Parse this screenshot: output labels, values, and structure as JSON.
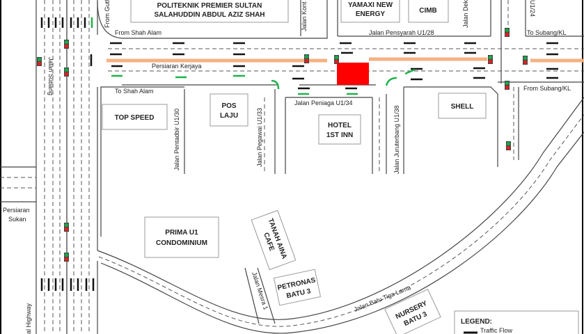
{
  "map": {
    "roads": {
      "persiaran_kerjaya": "Persiaran Kerjaya",
      "jalan_pensyarah": "Jalan Pensyarah U1/28",
      "jalan_subang": "Jalan Subang",
      "jalan_kontraktor": "Jalan Kont",
      "jalan_dek": "Jalan Dek",
      "u1_24": "U1/24",
      "jalan_pentadbir": "Jalan Pentadbir U1/30",
      "jalan_pegawai": "Jalan Pegawai U1/33",
      "jalan_peniaga": "Jalan Peniaga U1/34",
      "jalan_juruterbang": "Jalan Juruterbang U1/38",
      "persiaran_sukan_1": "Persiaran",
      "persiaran_sukan_2": "Sukan",
      "jalan_mesra": "Jalan Mesra 1",
      "jalan_batu_tiga_lama": "Jalan Batu Tiga Lama",
      "federal_highway": "al Highway"
    },
    "directions": {
      "from_guthrie": "From Guth",
      "from_shah_alam": "From Shah Alam",
      "to_shah_alam": "To Shah  Alam",
      "to_subang_kl": "To Subang/KL",
      "from_subang_kl": "From Subang/KL"
    },
    "buildings": {
      "politeknik_1": "POLITEKNIK PREMIER SULTAN",
      "politeknik_2": "SALAHUDDIN ABDUL AZIZ SHAH",
      "yamaxi_1": "YAMAXI NEW",
      "yamaxi_2": "ENERGY",
      "cimb": "CIMB",
      "top_speed": "TOP SPEED",
      "pos_laju_1": "POS",
      "pos_laju_2": "LAJU",
      "hotel_1": "HOTEL",
      "hotel_2": "1ST INN",
      "shell": "SHELL",
      "prima_1": "PRIMA U1",
      "prima_2": "CONDOMINIUM",
      "tanah_aina_1": "TANAH AINA",
      "tanah_aina_2": "CAFE",
      "petronas_1": "PETRONAS",
      "petronas_2": "BATU 3",
      "nursery_1": "NURSERY",
      "nursery_2": "BATU 3"
    },
    "legend": {
      "title": "LEGEND:",
      "traffic_flow": "Traffic Flow"
    },
    "colors": {
      "median": "#f4b183",
      "site": "#ff0000",
      "green_arrow": "#1db34a",
      "signal_green": "#1aa64a",
      "signal_red": "#e02020"
    }
  }
}
